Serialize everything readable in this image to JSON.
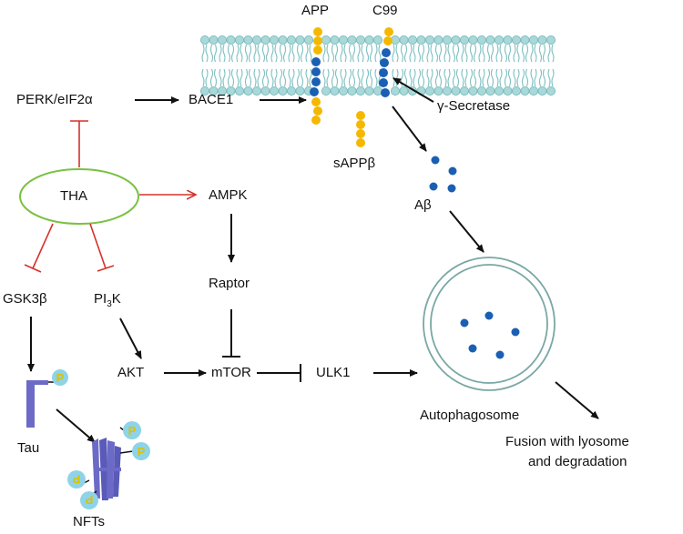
{
  "labels": {
    "app": "APP",
    "c99": "C99",
    "perk": "PERK/eIF2α",
    "bace1": "BACE1",
    "gamma_secretase": "γ-Secretase",
    "sappb": "sAPPβ",
    "abeta": "Aβ",
    "tha": "THA",
    "ampk": "AMPK",
    "raptor": "Raptor",
    "gsk3b": "GSK3β",
    "pi3k_main": "PI",
    "pi3k_sub": "3",
    "pi3k_end": "K",
    "akt": "AKT",
    "mtor": "mTOR",
    "ulk1": "ULK1",
    "autophagosome": "Autophagosome",
    "fusion_line1": "Fusion with lyosome",
    "fusion_line2": "and degradation",
    "tau": "Tau",
    "nfts": "NFTs",
    "phospho": "P"
  },
  "colors": {
    "activation": "#111111",
    "inhibition_red": "#d6312b",
    "inhibition_black": "#111111",
    "membrane_head": "#a9d8d9",
    "membrane_head_edge": "#6fb3b5",
    "tail": "#7cbfc1",
    "app_yellow": "#f5b800",
    "ab_blue": "#1a5fb4",
    "tha_ellipse": "#7ac143",
    "autophagosome_ring": "#7aa7a5",
    "tau_purple": "#6b6bc7",
    "phospho_fill": "#8fd3e8",
    "phospho_text": "#d9c200"
  }
}
